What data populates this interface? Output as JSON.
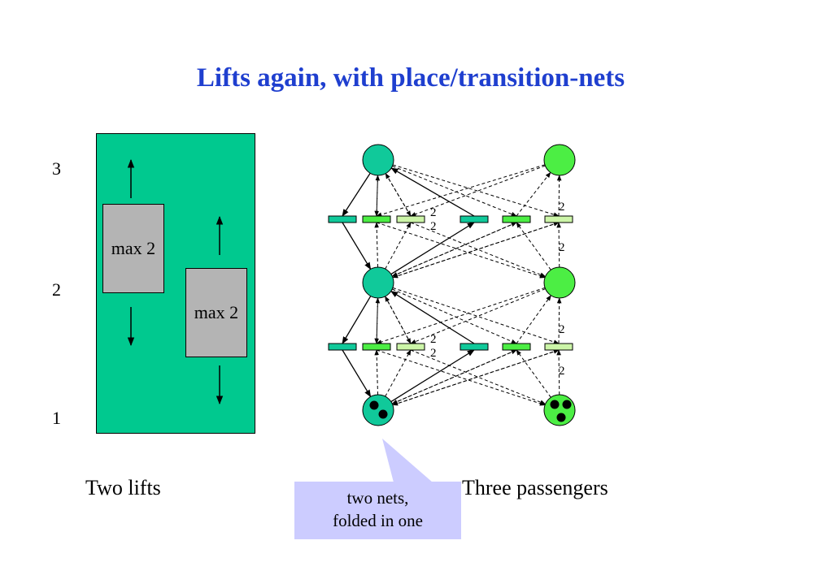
{
  "slide": {
    "title": "Lifts again, with place/transition-nets"
  },
  "floors": [
    "3",
    "2",
    "1"
  ],
  "lifts": {
    "car_left_label": "max 2",
    "car_right_label": "max 2",
    "caption": "Two lifts"
  },
  "net": {
    "arc_weight_label": "2",
    "caption": "Three passengers",
    "colors": {
      "lift_place": "#10c99a",
      "passenger_place": "#4cee44",
      "transition_dark": "#10c99a",
      "transition_mid": "#4cee44",
      "transition_light": "#ccf5a8"
    }
  },
  "callout": {
    "line1": "two nets,",
    "line2": "folded in one",
    "fill": "#ccccff"
  }
}
